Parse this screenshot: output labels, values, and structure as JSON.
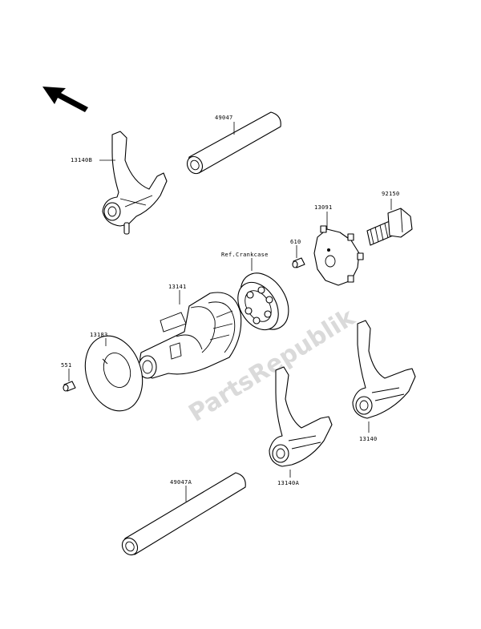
{
  "labels": {
    "shaft_top": "49047",
    "fork_b": "13140B",
    "pin_610": "610",
    "bolt": "92150",
    "plate": "13091",
    "ref_crankcase": "Ref.Crankcase",
    "drum": "13141",
    "washer": "13183",
    "pin_551": "551",
    "fork_c": "13140",
    "fork_a": "13140A",
    "shaft_bottom": "49047A"
  },
  "watermark": "PartsRepublik",
  "icons": {
    "arrow": "front-direction-arrow-icon"
  },
  "colors": {
    "line": "#000000",
    "background": "#ffffff",
    "watermark": "#bdbdbd"
  }
}
